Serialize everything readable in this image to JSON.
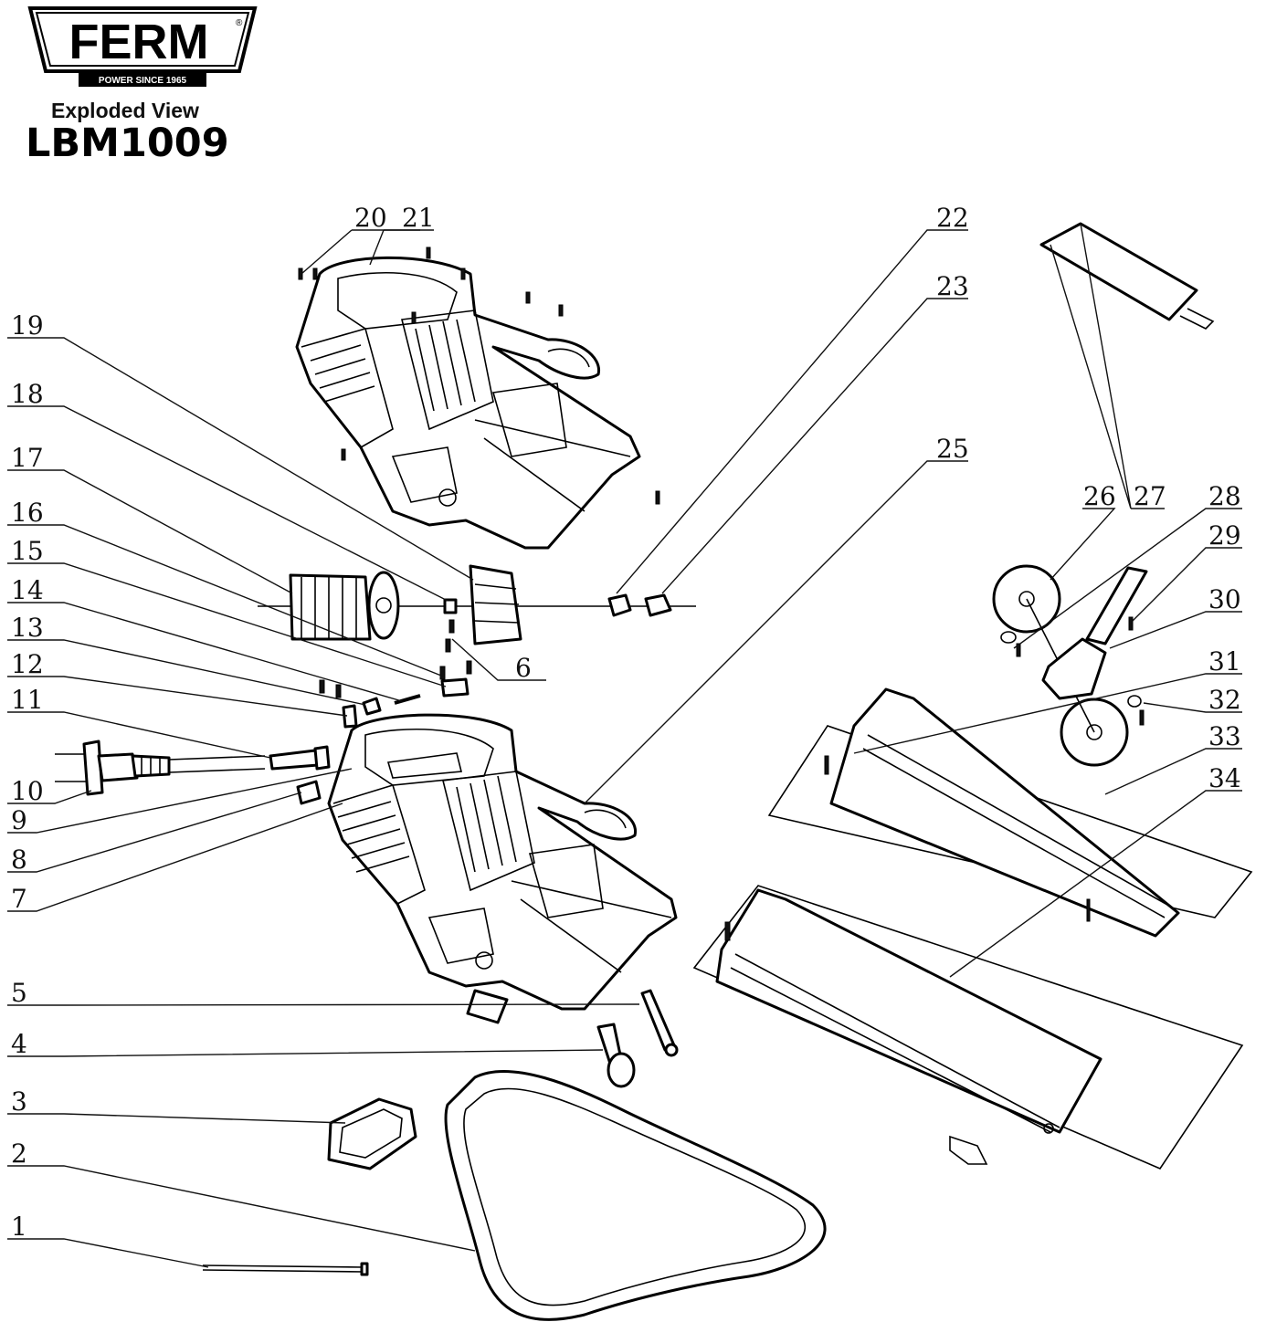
{
  "brand": {
    "name": "FERM",
    "registered": "®",
    "tagline": "POWER SINCE 1965"
  },
  "subtitle": "Exploded View",
  "model": "LBM1009",
  "part_labels": [
    "1",
    "2",
    "3",
    "4",
    "5",
    "6",
    "7",
    "8",
    "9",
    "10",
    "11",
    "12",
    "13",
    "14",
    "15",
    "16",
    "17",
    "18",
    "19",
    "20",
    "21",
    "22",
    "23",
    "25",
    "26",
    "27",
    "28",
    "29",
    "30",
    "31",
    "32",
    "33",
    "34"
  ]
}
